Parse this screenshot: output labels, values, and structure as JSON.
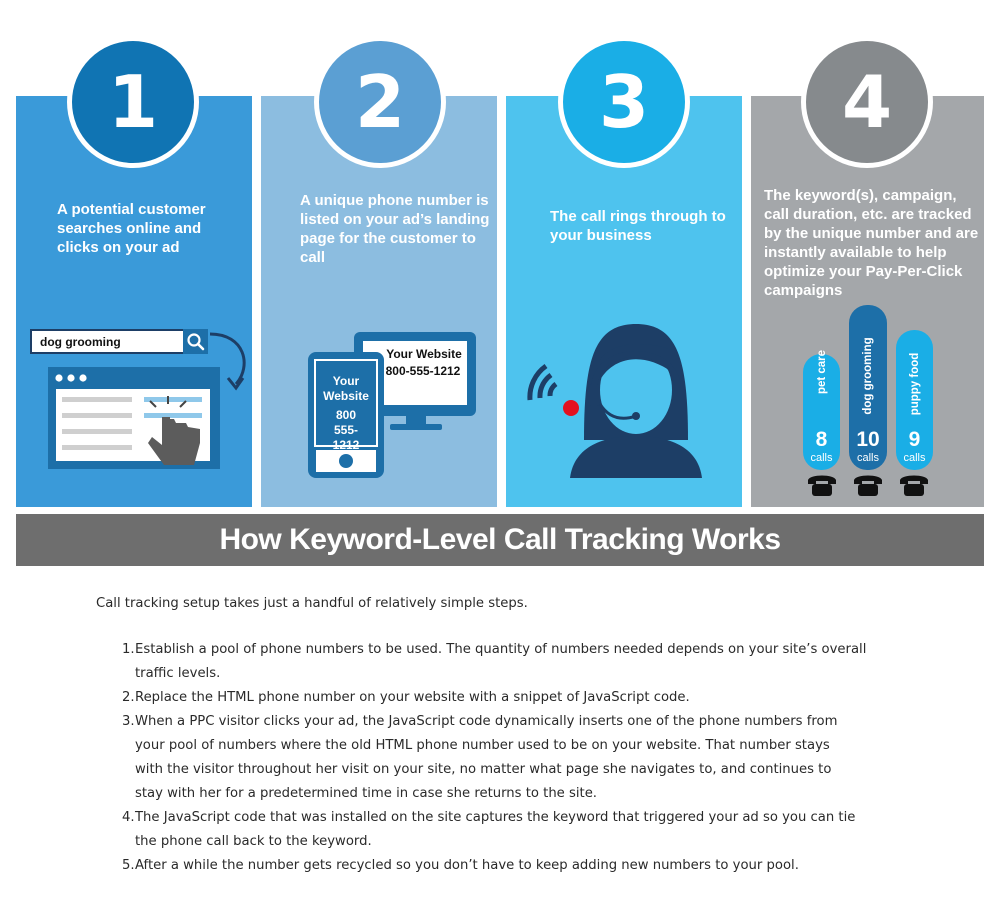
{
  "infographic": {
    "steps": [
      {
        "number": "1",
        "text": "A potential customer searches online and clicks on your ad"
      },
      {
        "number": "2",
        "text": "A unique phone number is listed on your ad’s landing page for the customer to call"
      },
      {
        "number": "3",
        "text": "The call rings through to your business"
      },
      {
        "number": "4",
        "text": "The keyword(s), campaign, call duration, etc. are tracked by the unique number and are instantly available to help optimize your Pay-Per-Click campaigns"
      }
    ],
    "search_query": "dog grooming",
    "phone_mockup": {
      "site": "Your Website",
      "number": "800 555-1212"
    },
    "monitor_mockup": {
      "site": "Your Website",
      "number": "800-555-1212"
    },
    "keyword_bars": [
      {
        "keyword": "pet care",
        "count": "8",
        "unit": "calls"
      },
      {
        "keyword": "dog grooming",
        "count": "10",
        "unit": "calls"
      },
      {
        "keyword": "puppy food",
        "count": "9",
        "unit": "calls"
      }
    ],
    "title": "How Keyword-Level Call Tracking Works",
    "colors": {
      "panel1": "#3a9ad9",
      "panel2": "#8cbde0",
      "panel3": "#4ec3ee",
      "panel4": "#a4a7aa",
      "navy": "#1d3e66",
      "dark_blue": "#1074b3",
      "red_dot": "#e3101e"
    }
  },
  "article": {
    "intro": "Call tracking setup takes just a handful of relatively simple steps.",
    "steps": [
      {
        "num": "1.",
        "lines": [
          "Establish a pool of phone numbers to be used. The quantity of numbers needed depends on your site’s overall",
          "traffic levels."
        ]
      },
      {
        "num": "2.",
        "lines": [
          "Replace the HTML phone number on your website with a snippet of JavaScript code."
        ]
      },
      {
        "num": "3.",
        "lines": [
          "When a PPC visitor clicks your ad, the JavaScript code dynamically inserts one of the phone numbers from",
          "your pool of numbers where the old HTML phone number used to be on your website. That number stays",
          "with the visitor throughout her visit on your site, no matter what page she navigates to, and continues to",
          "stay with her for a predetermined time in case she returns to the site."
        ]
      },
      {
        "num": "4.",
        "lines": [
          "The JavaScript code that was installed on the site captures the keyword that triggered your ad so you can tie",
          "the phone call back to the keyword."
        ]
      },
      {
        "num": "5.",
        "lines": [
          "After a while the number gets recycled so you don’t have to keep adding new numbers to your pool."
        ]
      }
    ]
  }
}
